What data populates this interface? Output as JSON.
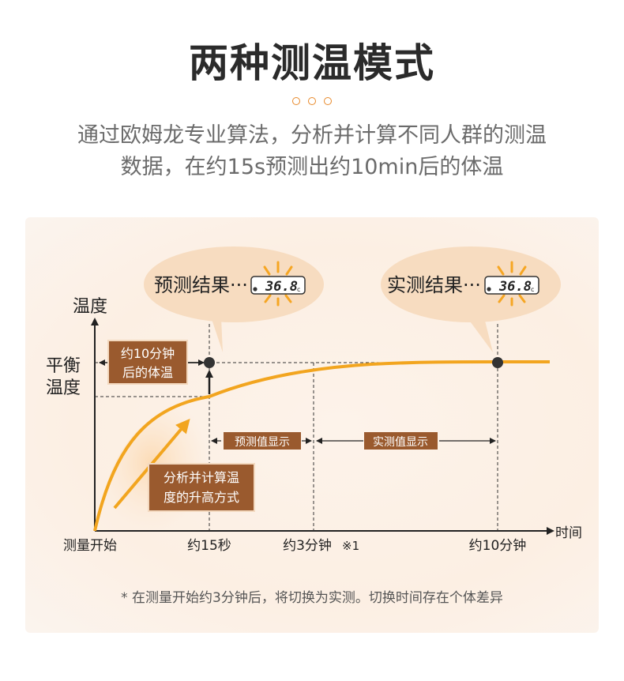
{
  "header": {
    "title": "两种测温模式",
    "subtitle_line1": "通过欧姆龙专业算法，分析并计算不同人群的测温",
    "subtitle_line2": "数据，在约15s预测出约10min后的体温"
  },
  "diagram": {
    "y_axis_label": "温度",
    "equilibrium_label_1": "平衡",
    "equilibrium_label_2": "温度",
    "x_axis_label": "时间",
    "x_ticks": {
      "start": "测量开始",
      "t15s": "约15秒",
      "t3min": "约3分钟",
      "t3min_note": "※1",
      "t10min": "约10分钟"
    },
    "bubble_predict": {
      "text": "预测结果···",
      "reading": "36.8"
    },
    "bubble_actual": {
      "text": "实测结果···",
      "reading": "36.8"
    },
    "box_after10_line1": "约10分钟",
    "box_after10_line2": "后的体温",
    "box_analyze_line1": "分析并计算温",
    "box_analyze_line2": "度的升高方式",
    "tag_predict_display": "预测值显示",
    "tag_actual_display": "实测值显示",
    "colors": {
      "curve": "#f2a51f",
      "label_box": "#9a5a2e",
      "accent": "#e8892a",
      "sun": "#f6a623"
    }
  },
  "footnote": "* 在测量开始约3分钟后，将切换为实测。切换时间存在个体差异"
}
